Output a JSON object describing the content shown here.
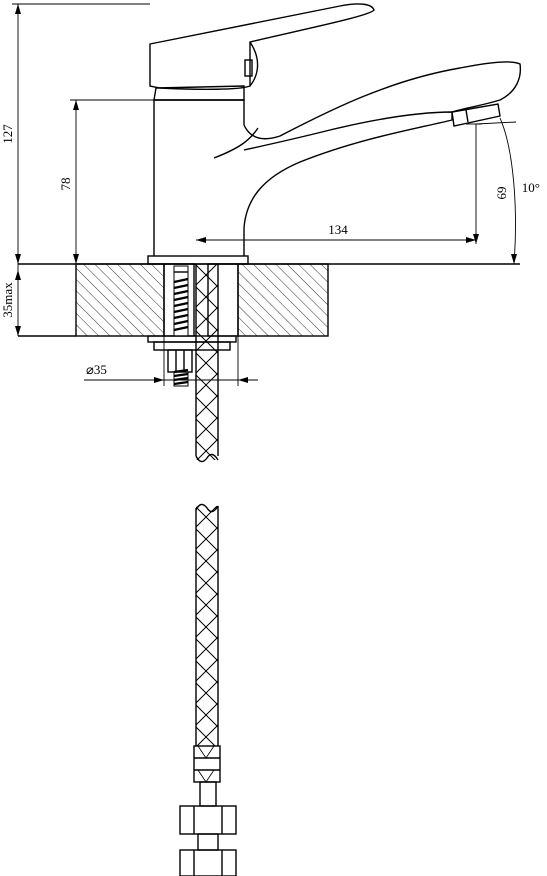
{
  "dimensions": {
    "total_height": "127",
    "spout_height": "78",
    "outlet_height": "69",
    "spout_reach": "134",
    "outlet_angle": "10°",
    "deck_thickness": "35max",
    "hole_diameter": "⌀35"
  },
  "colors": {
    "line": "#000000",
    "background": "#ffffff"
  }
}
